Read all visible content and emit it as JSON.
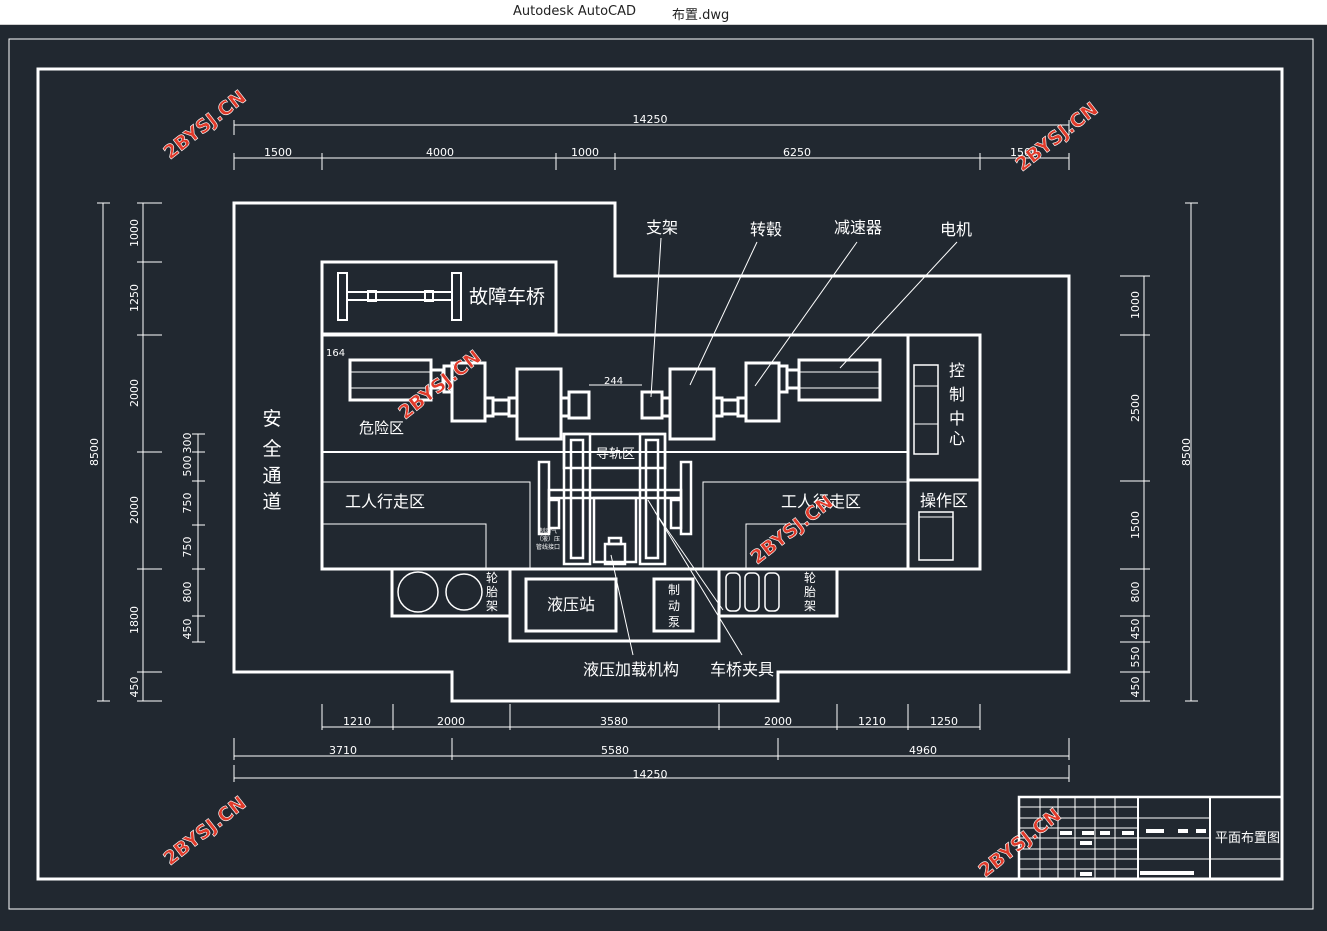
{
  "window": {
    "app_title": "Autodesk AutoCAD",
    "doc_title": "布置.dwg"
  },
  "watermark": "2BYSJ.CN",
  "labels": {
    "support": "支架",
    "hub": "转毂",
    "reducer": "减速器",
    "motor": "电机",
    "fault_axle": "故障车桥",
    "safety_passage": [
      "安",
      "全",
      "通",
      "道"
    ],
    "danger_zone": "危险区",
    "guide_rail_zone": "导轨区",
    "walkway_left": "工人行走区",
    "walkway_right": "工人行走区",
    "control_center": [
      "控",
      "制",
      "中",
      "心"
    ],
    "operation_zone": "操作区",
    "tire_rack_left": [
      "轮",
      "胎",
      "架"
    ],
    "tire_rack_right": [
      "轮",
      "胎",
      "架"
    ],
    "hydraulic_station": "液压站",
    "brake_pump": [
      "制",
      "动",
      "泵"
    ],
    "brake_interface": [
      "制动气",
      "（液）压",
      "管线接口"
    ],
    "hydraulic_loading": "液压加载机构",
    "axle_fixture": "车桥夹具",
    "dim_164": "164",
    "dim_244": "244"
  },
  "dimensions": {
    "top_total": "14250",
    "top_segments": [
      "1500",
      "4000",
      "1000",
      "6250",
      "1500"
    ],
    "bottom_row1": [
      "1210",
      "2000",
      "3580",
      "2000",
      "1210",
      "1250"
    ],
    "bottom_row2": [
      "3710",
      "5580",
      "4960"
    ],
    "bottom_total": "14250",
    "left_total": "8500",
    "left_outer": [
      "1000",
      "1250",
      "2000",
      "2000",
      "1800",
      "450"
    ],
    "left_inner": [
      "300",
      "500",
      "750",
      "750",
      "800",
      "450"
    ],
    "right_total": "8500",
    "right_segments": [
      "1000",
      "2500",
      "1500",
      "800",
      "450",
      "550",
      "450"
    ]
  },
  "title_block": {
    "drawing_name": "平面布置图"
  },
  "colors": {
    "background": "#212830",
    "line": "#ffffff",
    "watermark": "#e03a2a"
  }
}
